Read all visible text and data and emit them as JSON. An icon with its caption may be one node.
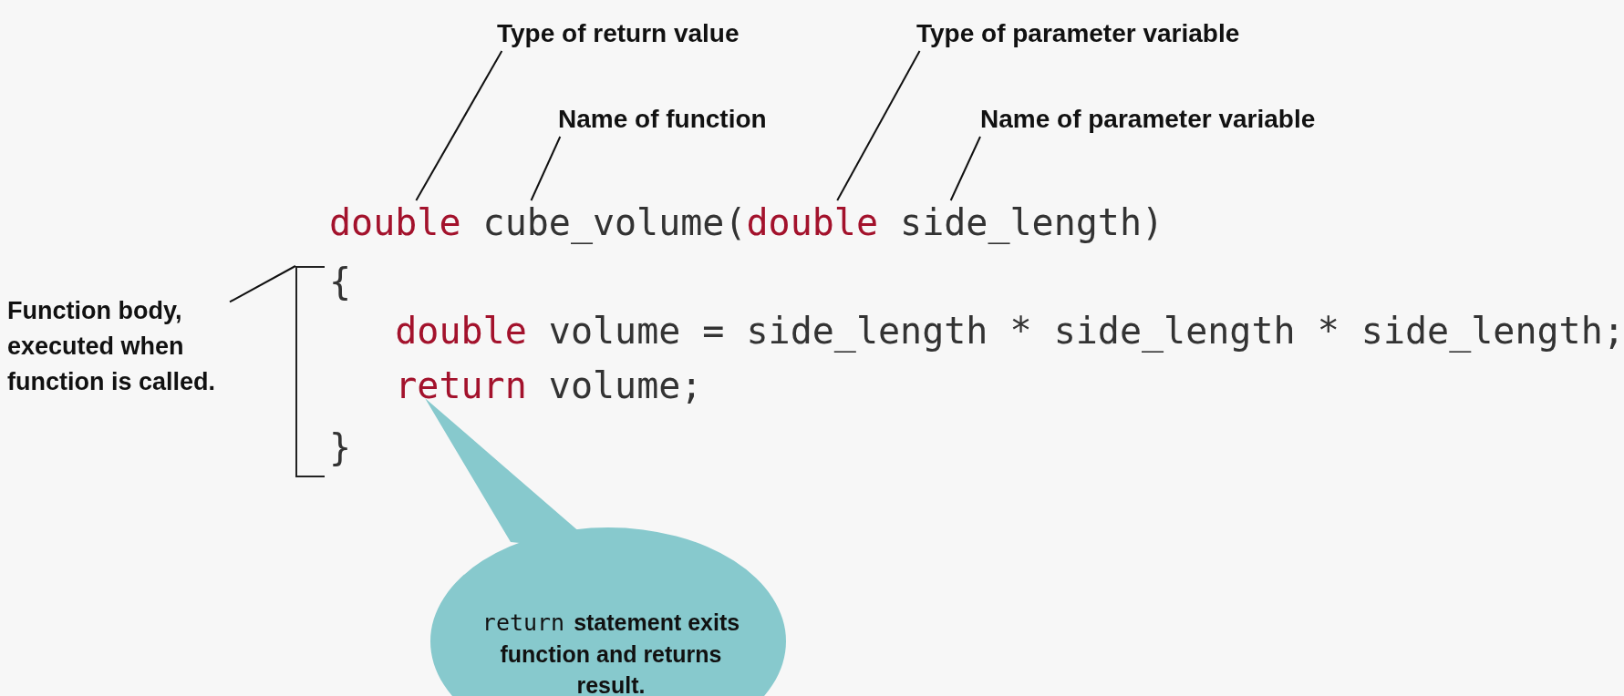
{
  "diagram": {
    "nodes": [
      {
        "text": [
          "Type of return value"
        ]
      },
      {
        "text": [
          "Type of parameter variable"
        ]
      },
      {
        "text": [
          "Name of function"
        ]
      },
      {
        "text": [
          "Name of parameter variable"
        ]
      },
      {
        "text": [
          "double"
        ]
      },
      {
        "text": [
          "cube_volume"
        ]
      },
      {
        "text": [
          "double"
        ]
      },
      {
        "text": [
          "side_length"
        ]
      },
      {
        "text": [
          "Function body, executed when function is called."
        ]
      },
      {
        "text": [],
        "shape": "bracket"
      },
      {
        "text": [
          "return",
          "statement exits function and returns result."
        ]
      }
    ],
    "edges": [
      {
        "from": 0,
        "to": 4,
        "arrow": "none"
      },
      {
        "from": 2,
        "to": 5,
        "arrow": "none"
      },
      {
        "from": 1,
        "to": 6,
        "arrow": "none"
      },
      {
        "from": 3,
        "to": 7,
        "arrow": "none"
      },
      {
        "from": 8,
        "to": 9,
        "arrow": "none"
      }
    ],
    "labels": [
      "(",
      ")",
      "{",
      "double",
      "volume = side_length * side_length * side_length;",
      "return",
      "volume;",
      "}"
    ]
  }
}
